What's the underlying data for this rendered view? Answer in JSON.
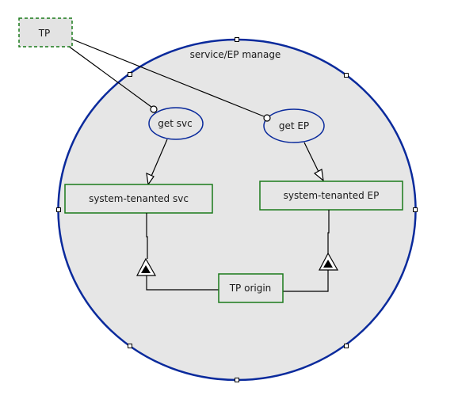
{
  "diagram": {
    "container": {
      "label": "service/EP manage"
    },
    "tp": {
      "label": "TP"
    },
    "get_svc": {
      "label": "get svc"
    },
    "get_ep": {
      "label": "get EP"
    },
    "system_svc": {
      "label": "system-tenanted svc"
    },
    "system_ep": {
      "label": "system-tenanted EP"
    },
    "tp_origin": {
      "label": "TP origin"
    }
  },
  "colors": {
    "container_fill": "#e6e6e6",
    "container_stroke": "#0a2a9c",
    "ellipse_stroke": "#0a2a9c",
    "box_stroke": "#1a7a1a",
    "tp_fill": "#e3e3e3",
    "tp_stroke": "#1a7a1a",
    "line": "#000000"
  }
}
